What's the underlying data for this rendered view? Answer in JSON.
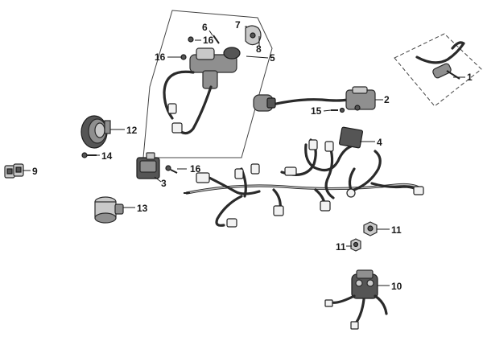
{
  "callouts": {
    "c1": "1",
    "c2": "2",
    "c3": "3",
    "c4": "4",
    "c5": "5",
    "c6": "6",
    "c7": "7",
    "c8": "8",
    "c9": "9",
    "c10": "10",
    "c11a": "11",
    "c11b": "11",
    "c12": "12",
    "c13": "13",
    "c14": "14",
    "c15": "15",
    "c16a": "16",
    "c16b": "16",
    "c16c": "16"
  }
}
